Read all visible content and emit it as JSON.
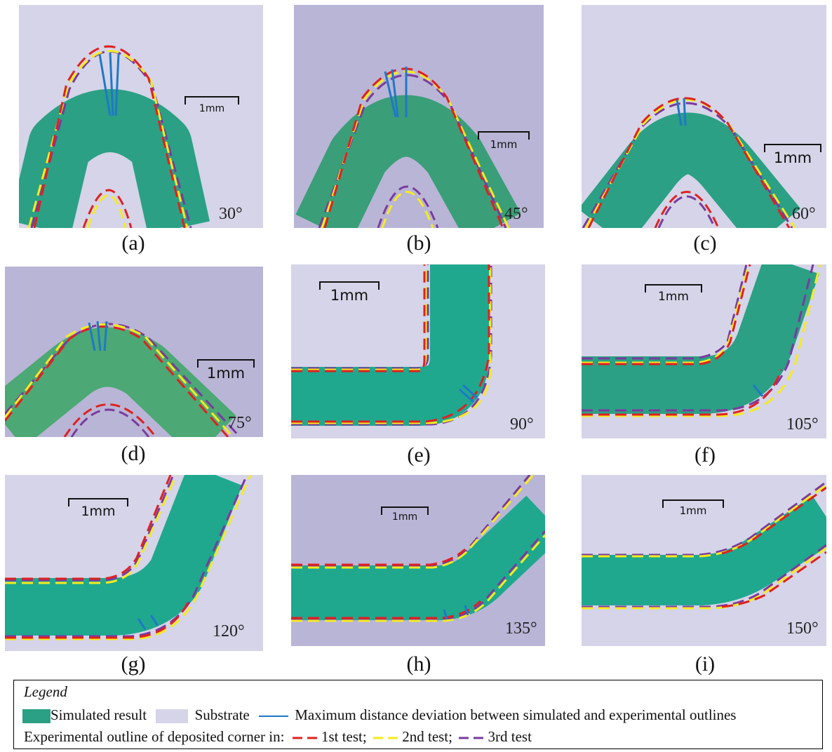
{
  "colors": {
    "simulated": "#2BA084",
    "substrate": "#D5D4E8",
    "deviation": "#1F78C8",
    "test1": "#E02020",
    "test2": "#F5EB1E",
    "test3": "#7A3A9E"
  },
  "panels": [
    {
      "caption": "(a)",
      "angle": "30°",
      "scale": "1mm"
    },
    {
      "caption": "(b)",
      "angle": "45°",
      "scale": "1mm"
    },
    {
      "caption": "(c)",
      "angle": "60°",
      "scale": "1mm"
    },
    {
      "caption": "(d)",
      "angle": "75°",
      "scale": "1mm"
    },
    {
      "caption": "(e)",
      "angle": "90°",
      "scale": "1mm"
    },
    {
      "caption": "(f)",
      "angle": "105°",
      "scale": "1mm"
    },
    {
      "caption": "(g)",
      "angle": "120°",
      "scale": "1mm"
    },
    {
      "caption": "(h)",
      "angle": "135°",
      "scale": "1mm"
    },
    {
      "caption": "(i)",
      "angle": "150°",
      "scale": "1mm"
    }
  ],
  "legend": {
    "title": "Legend",
    "simulated": "Simulated result",
    "substrate": "Substrate",
    "deviation": "Maximum distance deviation between simulated and experimental outlines",
    "experimental": "Experimental outline of deposited corner in:",
    "test1": "1st test",
    "test2": "2nd test",
    "test3": "3rd test",
    "separator": ";"
  }
}
